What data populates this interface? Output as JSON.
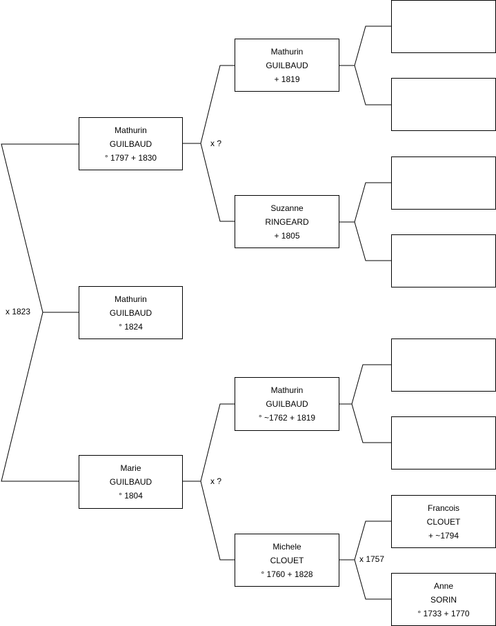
{
  "persons": {
    "root": {
      "first": "Mathurin",
      "last": "GUILBAUD",
      "dates": "° 1824"
    },
    "father": {
      "first": "Mathurin",
      "last": "GUILBAUD",
      "dates": "° 1797 + 1830"
    },
    "mother": {
      "first": "Marie",
      "last": "GUILBAUD",
      "dates": "° 1804"
    },
    "pat_grandfather": {
      "first": "Mathurin",
      "last": "GUILBAUD",
      "dates": "+ 1819"
    },
    "pat_grandmother": {
      "first": "Suzanne",
      "last": "RINGEARD",
      "dates": "+ 1805"
    },
    "mat_grandfather": {
      "first": "Mathurin",
      "last": "GUILBAUD",
      "dates": "° ~1762 + 1819"
    },
    "mat_grandmother": {
      "first": "Michele",
      "last": "CLOUET",
      "dates": "° 1760 + 1828"
    },
    "ggf_clouet": {
      "first": "Francois",
      "last": "CLOUET",
      "dates": "+ ~1794"
    },
    "ggm_sorin": {
      "first": "Anne",
      "last": "SORIN",
      "dates": "° 1733 + 1770"
    }
  },
  "marriages": {
    "parents": "x 1823",
    "pat_grandparents": "x ?",
    "mat_grandparents": "x ?",
    "mat_great_grandparents": "x 1757"
  }
}
